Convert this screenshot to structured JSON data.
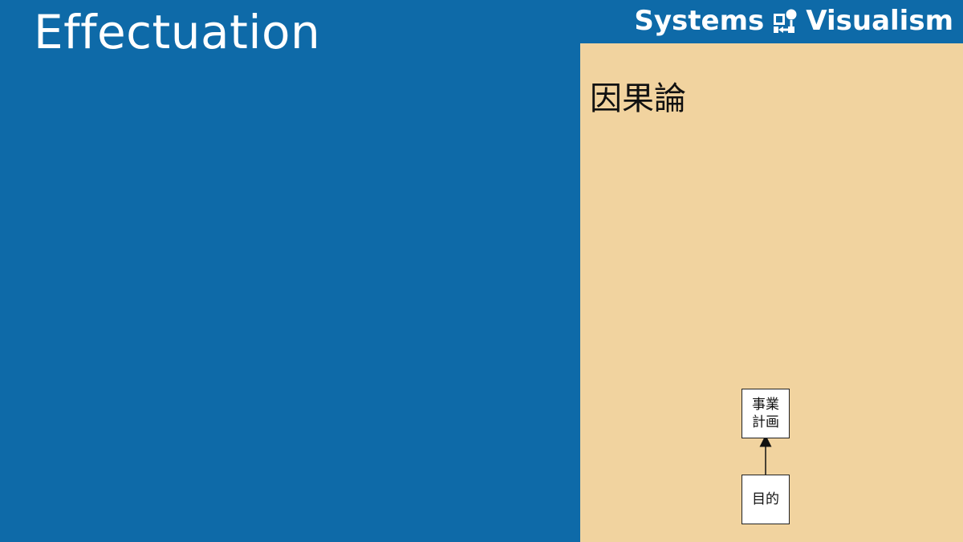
{
  "slide": {
    "title": "Effectuation",
    "background_color": "#0e6aa8"
  },
  "brand": {
    "left_word": "Systems",
    "right_word": "Visualism",
    "logo_icon": "systems-visualism-logo-icon",
    "color": "#ffffff"
  },
  "panel": {
    "title": "因果論",
    "background_color": "#f1d39f"
  },
  "diagram": {
    "nodes": [
      {
        "id": "plan",
        "label": "事業\n計画"
      },
      {
        "id": "goal",
        "label": "目的"
      }
    ],
    "edges": [
      {
        "from": "goal",
        "to": "plan"
      }
    ]
  }
}
